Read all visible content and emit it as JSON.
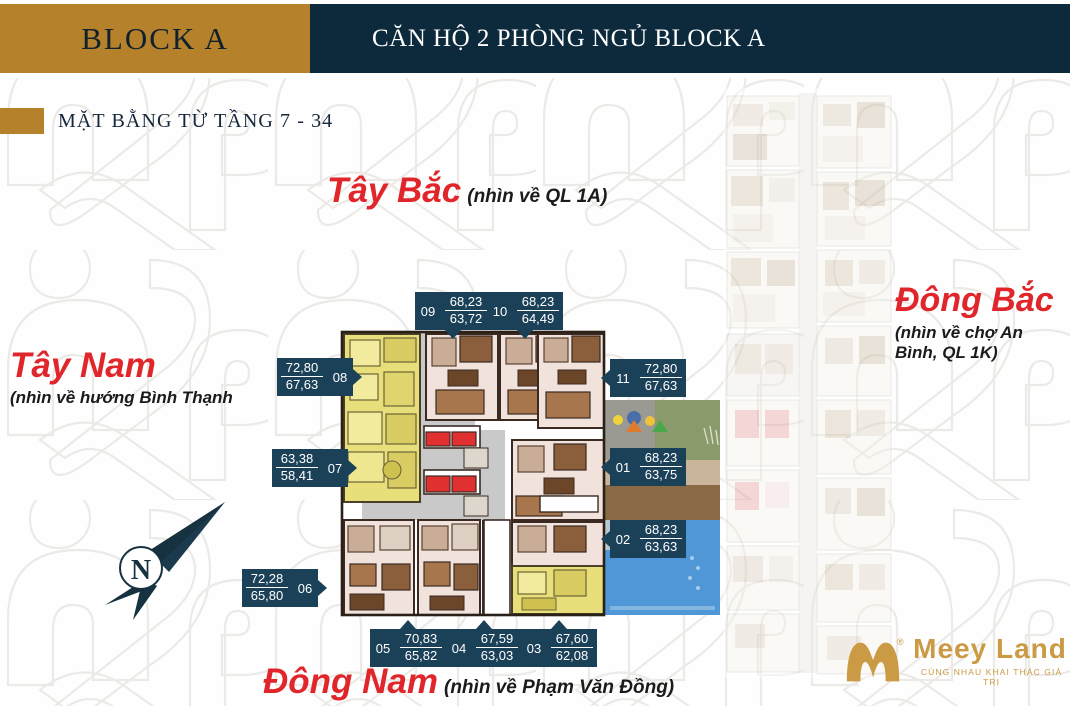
{
  "header": {
    "block_label": "BLOCK A",
    "title": "CĂN HỘ 2 PHÒNG NGỦ BLOCK A",
    "block_bg": "#b5812b",
    "title_bg": "#0d2a3d"
  },
  "subtitle": {
    "text": "MẶT BẰNG TỪ TẦNG 7 - 34"
  },
  "directions": {
    "northwest": {
      "name": "Tây Bắc",
      "note": "(nhìn về QL 1A)"
    },
    "southwest": {
      "name": "Tây Nam",
      "note": "(nhìn về hướng Bình Thạnh"
    },
    "northeast": {
      "name": "Đông Bắc",
      "note": "(nhìn về chợ An Bình, QL 1K)"
    },
    "southeast": {
      "name": "Đông Nam",
      "note": "(nhìn về Phạm Văn Đồng)"
    },
    "color": "#e0262a"
  },
  "compass": {
    "label": "N"
  },
  "units": [
    {
      "code": "09",
      "gross": "68,23",
      "net": "63,72"
    },
    {
      "code": "10",
      "gross": "68,23",
      "net": "64,49"
    },
    {
      "code": "08",
      "gross": "72,80",
      "net": "67,63"
    },
    {
      "code": "07",
      "gross": "63,38",
      "net": "58,41"
    },
    {
      "code": "06",
      "gross": "72,28",
      "net": "65,80"
    },
    {
      "code": "05",
      "gross": "70,83",
      "net": "65,82"
    },
    {
      "code": "04",
      "gross": "67,59",
      "net": "63,03"
    },
    {
      "code": "03",
      "gross": "67,60",
      "net": "62,08"
    },
    {
      "code": "11",
      "gross": "72,80",
      "net": "67,63"
    },
    {
      "code": "01",
      "gross": "68,23",
      "net": "63,75"
    },
    {
      "code": "02",
      "gross": "68,23",
      "net": "63,63"
    }
  ],
  "logo": {
    "name": "Meey Land",
    "tagline": "CÙNG NHAU KHAI THÁC GIÁ TRỊ",
    "registered": "®",
    "color": "#cb9a44"
  }
}
